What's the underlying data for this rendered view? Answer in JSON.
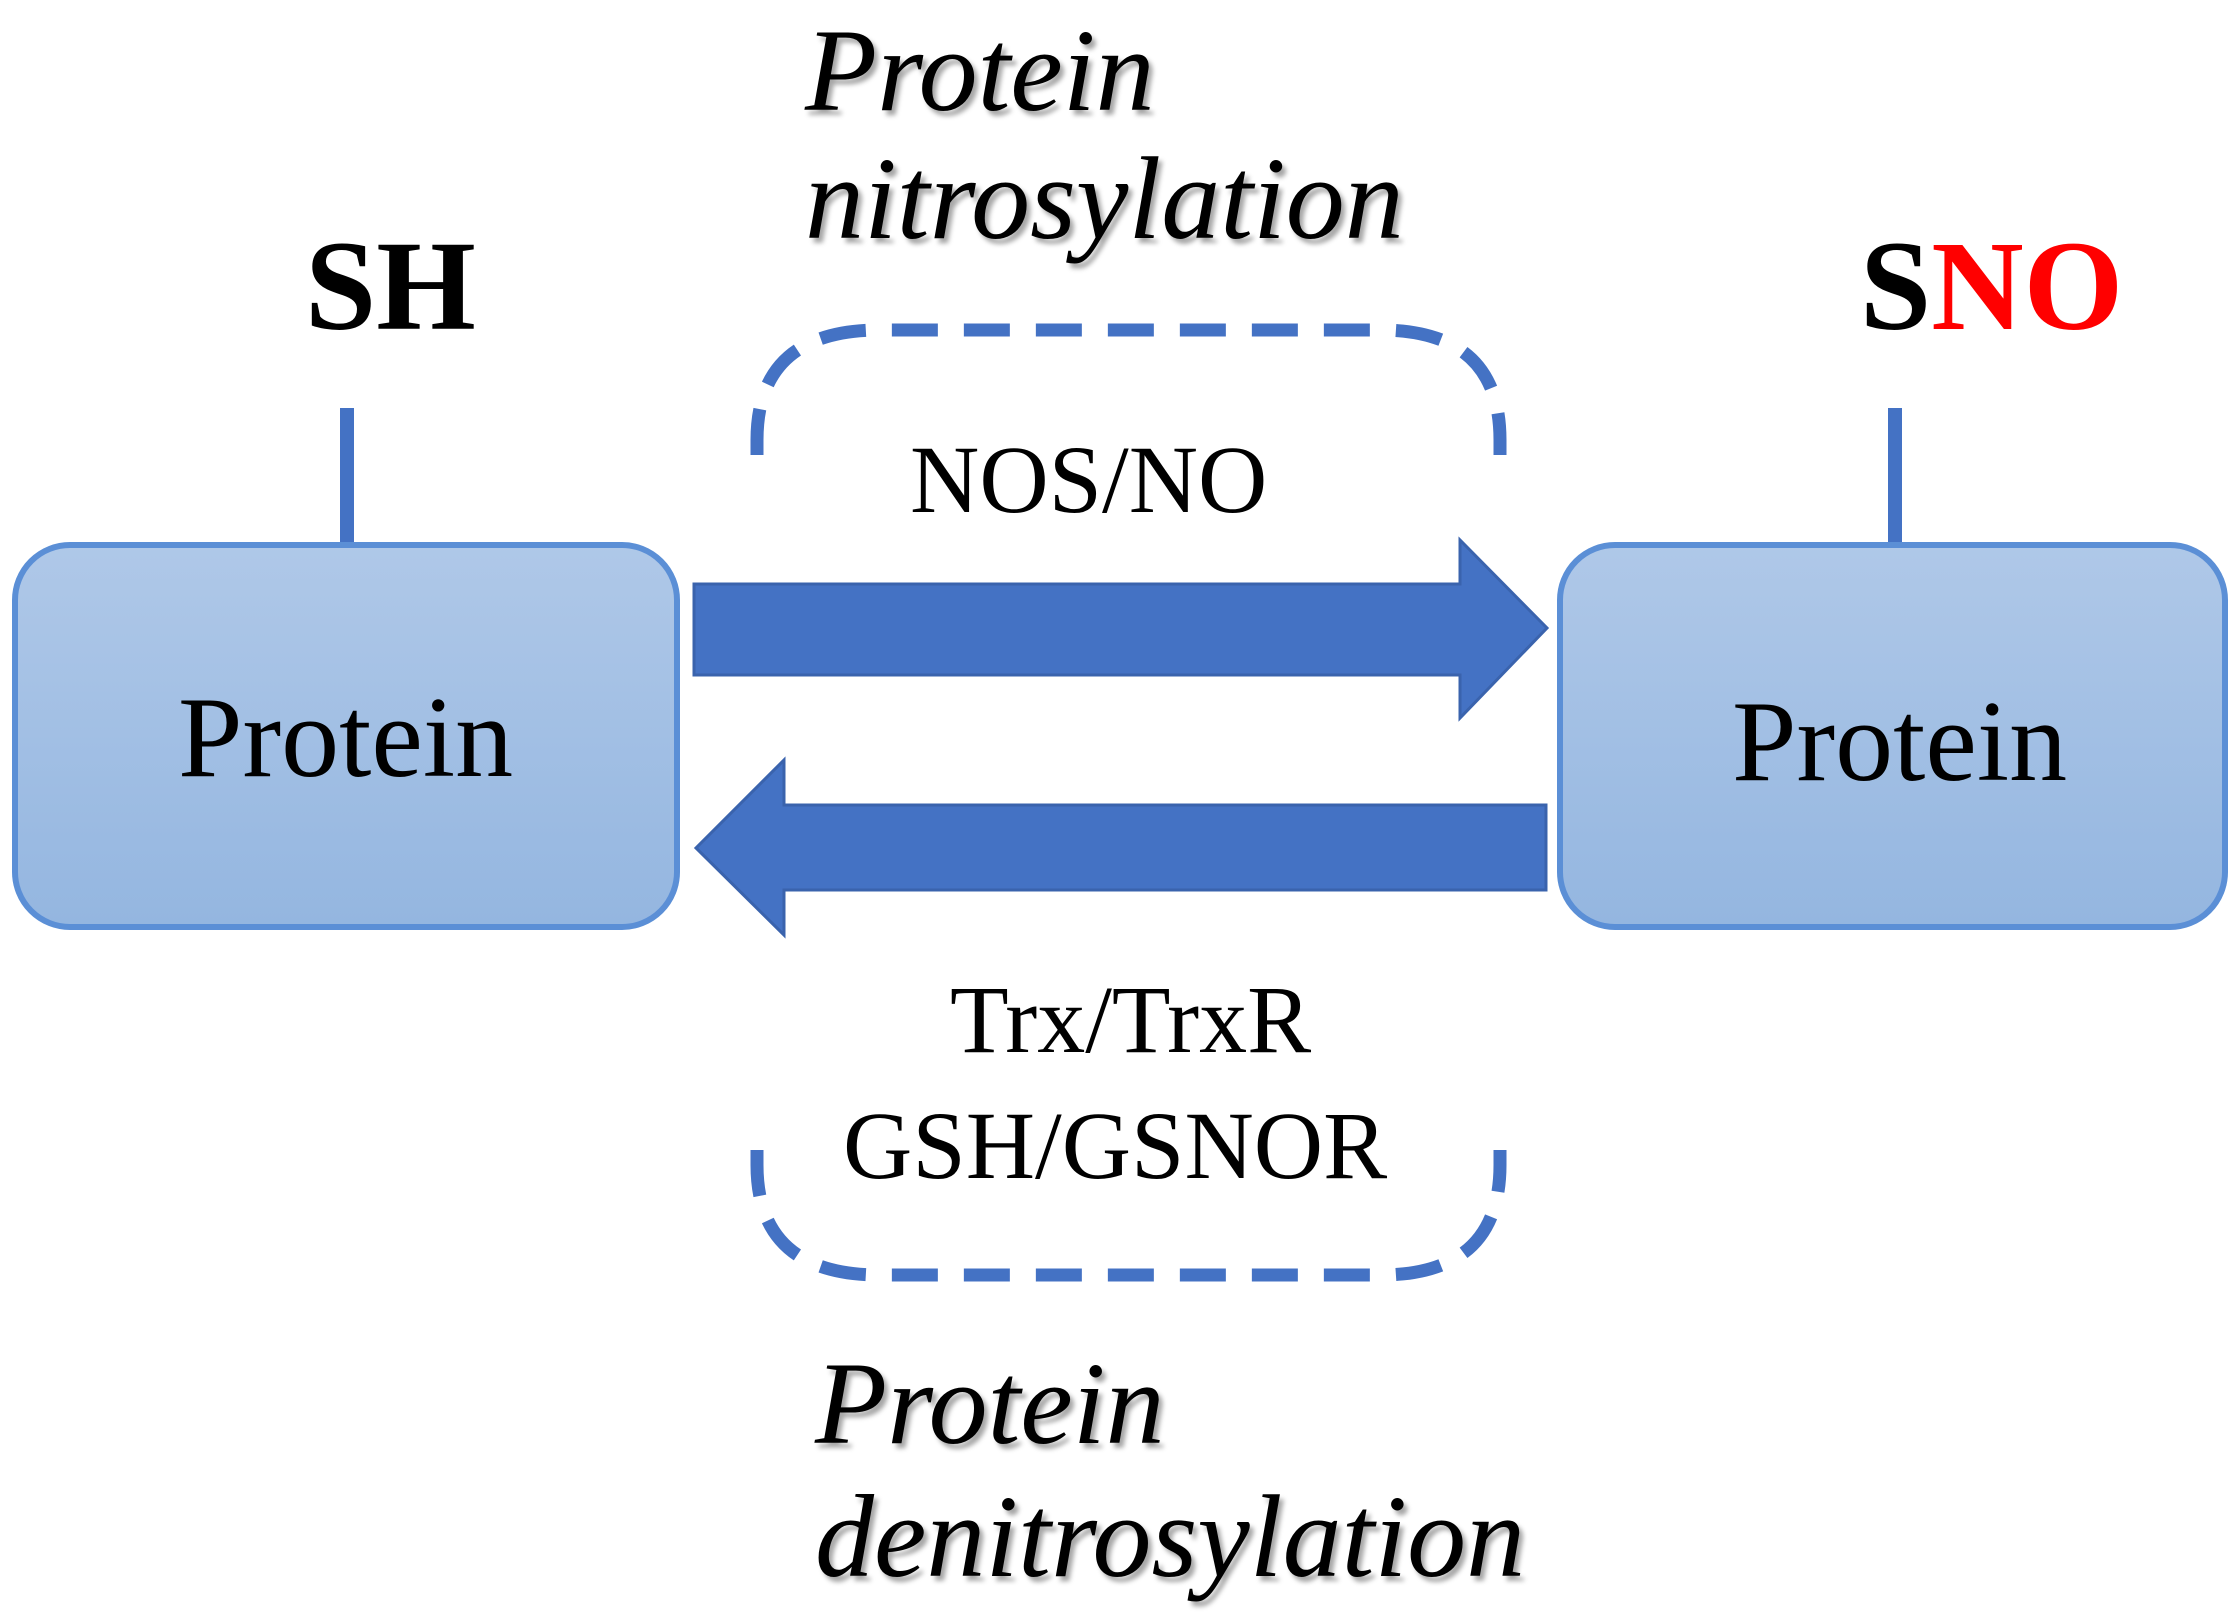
{
  "top_process": {
    "line1": "Protein",
    "line2": "nitrosylation"
  },
  "bottom_process": {
    "line1": "Protein",
    "line2": "denitrosylation"
  },
  "left_node": {
    "group": "SH",
    "label": "Protein"
  },
  "right_node": {
    "group_s": "S",
    "group_no": "NO",
    "label": "Protein"
  },
  "forward_reagent": "NOS/NO",
  "reverse_reagents": {
    "line1": "Trx/TrxR",
    "line2": "GSH/GSNOR"
  },
  "colors": {
    "box_fill_top": "#afc8e8",
    "box_fill_bottom": "#94b6e0",
    "box_stroke": "#5b8fd6",
    "arrow": "#4472c4",
    "dashed": "#4472c4",
    "no_text": "#ff0000"
  }
}
